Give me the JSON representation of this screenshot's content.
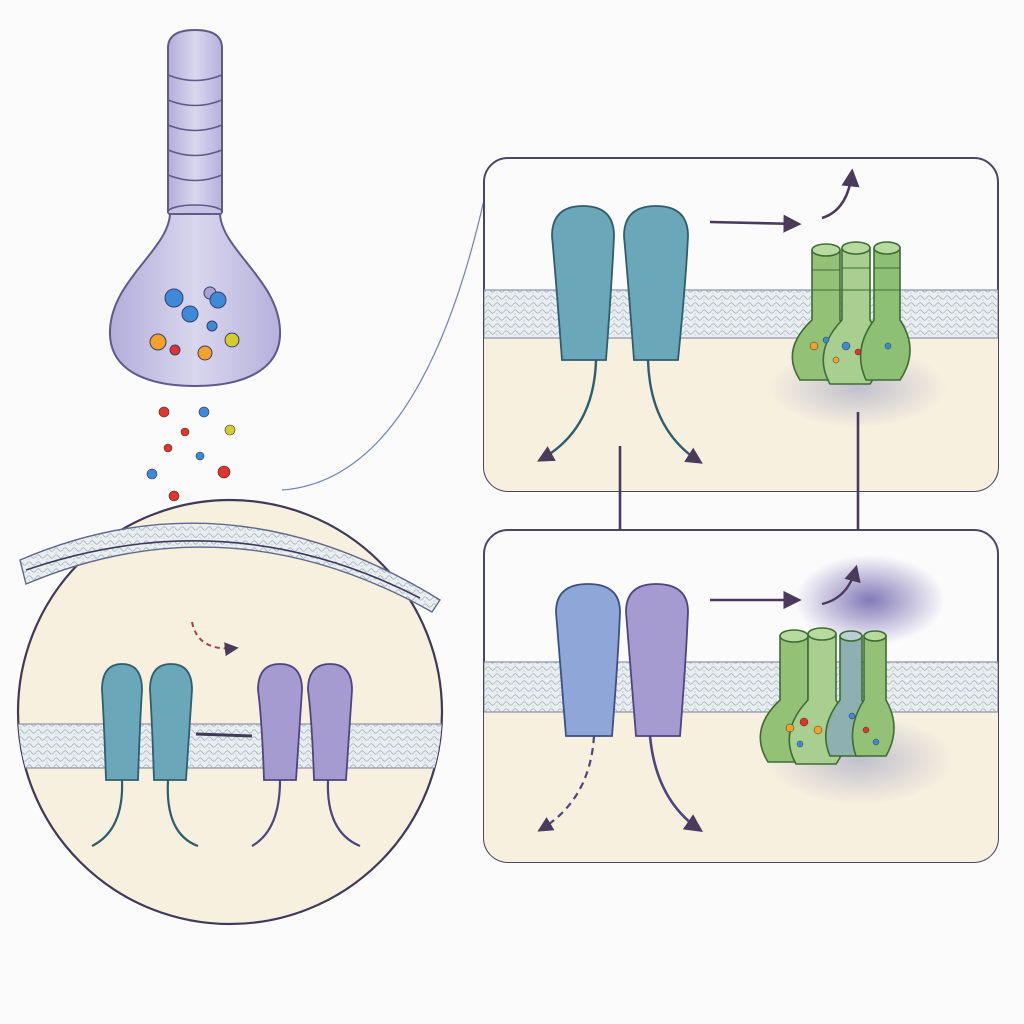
{
  "diagram": {
    "kind": "illustration",
    "texts": [],
    "colors": {
      "background": "#fbfbfc",
      "terminal": "#cbc6e4",
      "terminal_stroke": "#5f5a8a",
      "cytoplasm": "#f8f0df",
      "membrane": "#e7ecef",
      "membrane_pattern": "#8b93a8",
      "panel_stroke": "#4b4563",
      "receptor_teal": "#6aa7b8",
      "receptor_blue": "#8fa6d8",
      "receptor_purple": "#a69bd0",
      "channel_green": "#93c277",
      "arrow": "#4a3a5c",
      "haze": "#7a6fb2"
    },
    "particle_colors": [
      "#e0342d",
      "#3f8ad8",
      "#f2a12a",
      "#d4cc2b",
      "#8e3fa8"
    ],
    "panels": {
      "zoom_circle": "resting-synapse",
      "top_right": "receptor-pair-activating-channel",
      "bottom_right": "receptor-heterodimer-with-diffuse-signal"
    }
  }
}
